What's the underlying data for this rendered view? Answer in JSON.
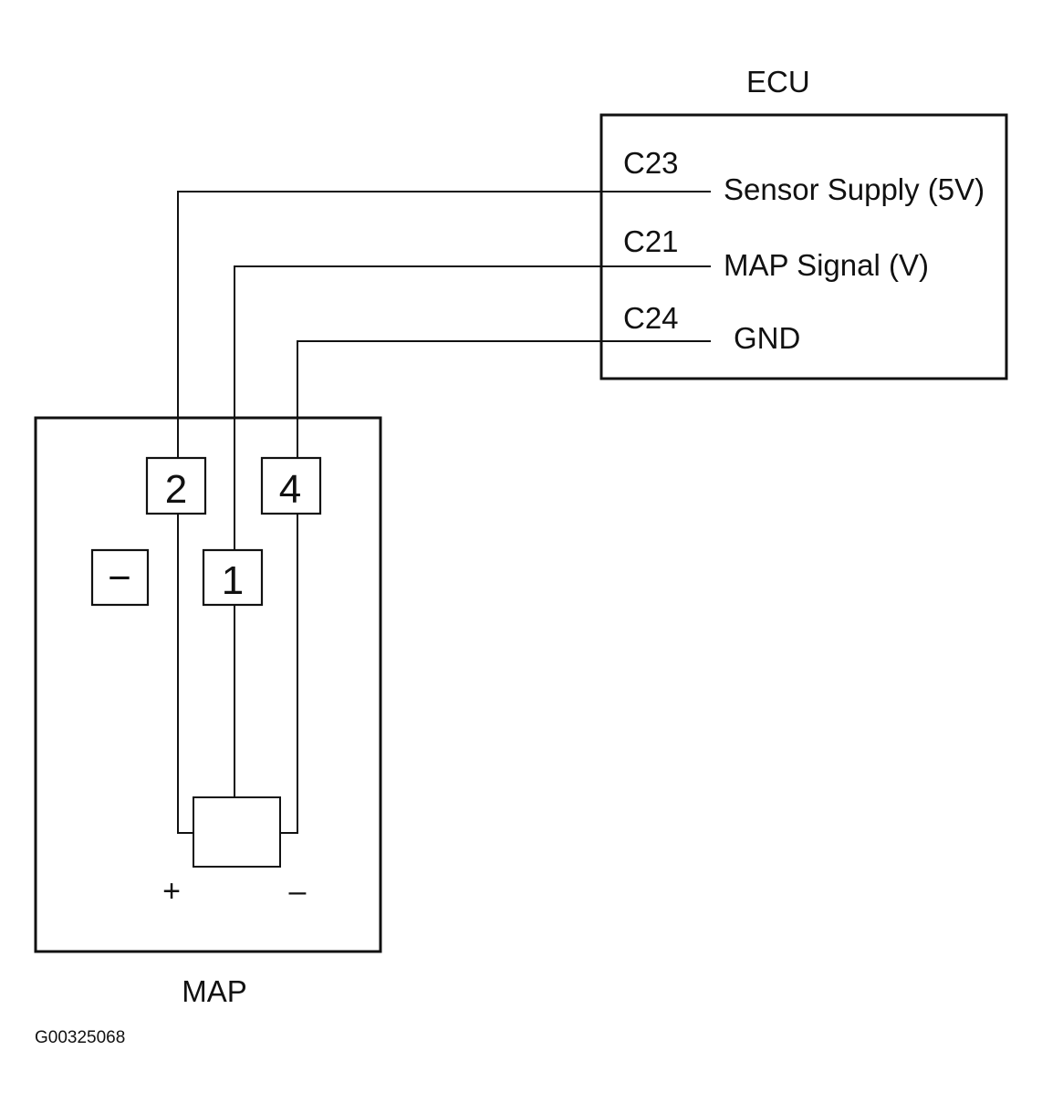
{
  "ecu": {
    "title": "ECU",
    "pins": [
      {
        "code": "C23",
        "signal": "Sensor Supply (5V)"
      },
      {
        "code": "C21",
        "signal": "MAP Signal (V)"
      },
      {
        "code": "C24",
        "signal": "GND"
      }
    ]
  },
  "map_sensor": {
    "title": "MAP",
    "connector_pins": [
      "2",
      "4",
      "1",
      "−"
    ],
    "polarity": {
      "plus": "+",
      "minus": "–"
    }
  },
  "figure_id": "G00325068"
}
